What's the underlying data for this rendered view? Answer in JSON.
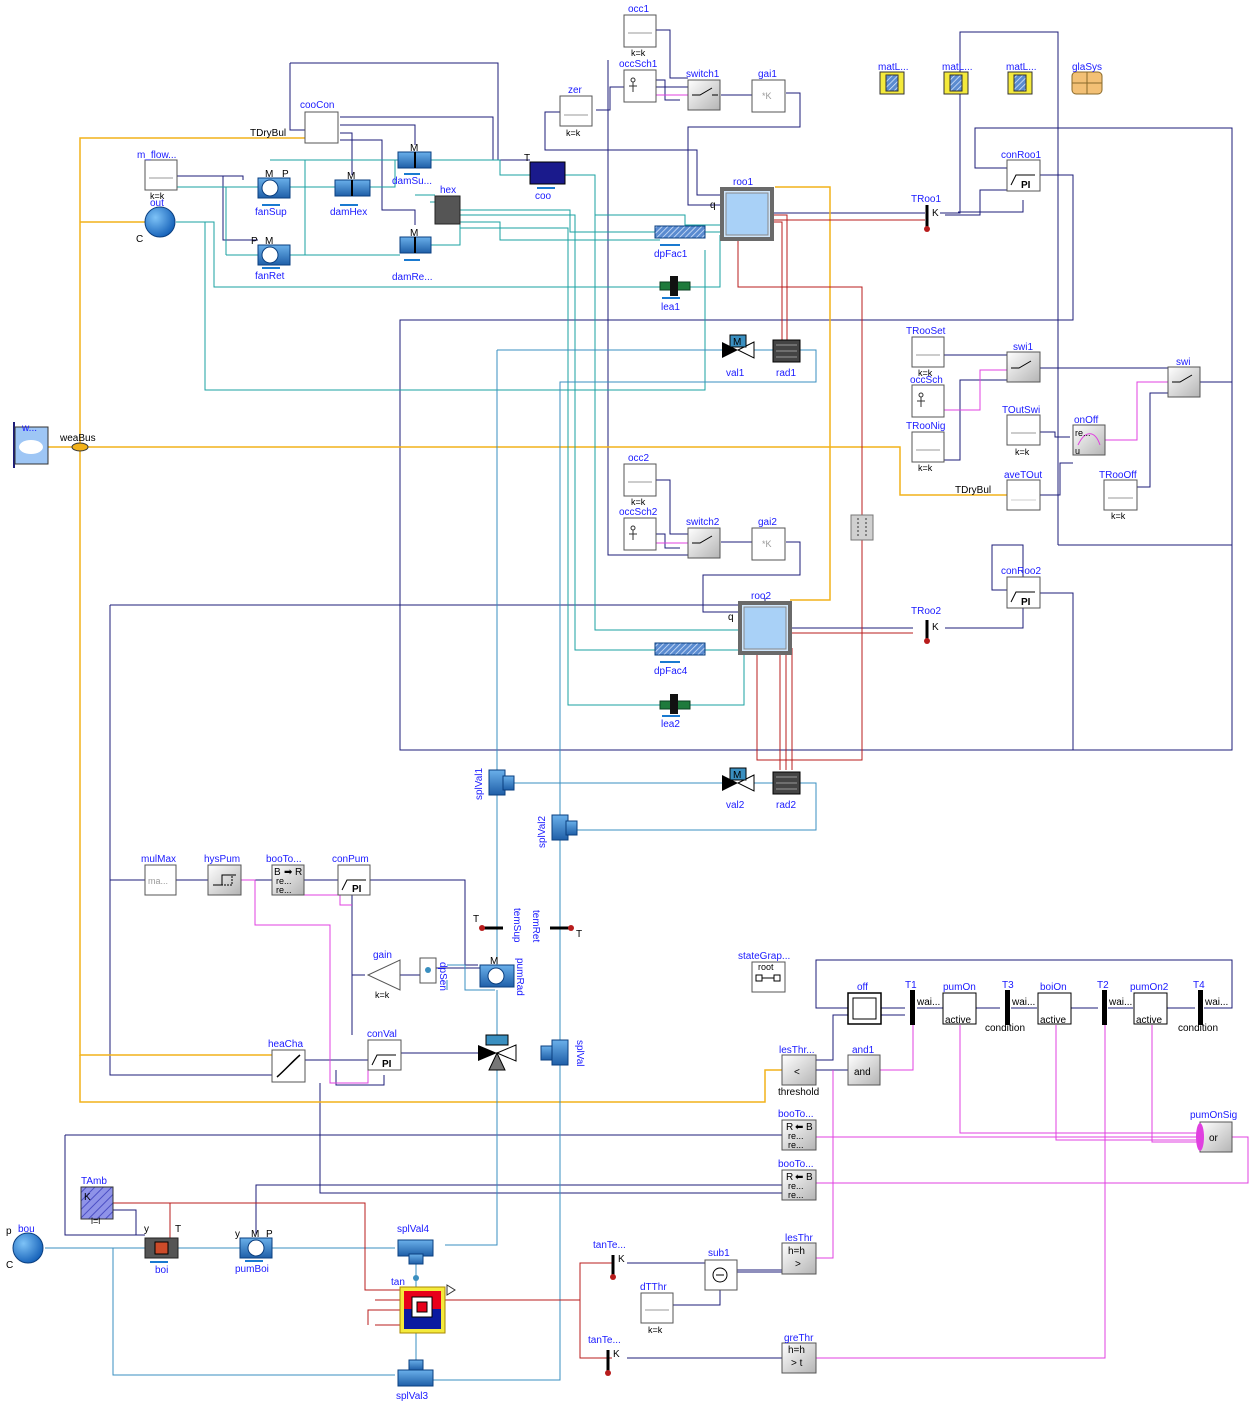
{
  "labels": {
    "occ1": "occ1",
    "occSch1": "occSch1",
    "switch1": "switch1",
    "gai1": "gai1",
    "gain_k1": "*K",
    "zer": "zer",
    "kk": "k=k",
    "matL1": "matL...",
    "matL2": "matL...",
    "matL3": "matL...",
    "glaSys": "glaSys",
    "cooCon": "cooCon",
    "TDryBul": "TDryBul",
    "m_flow": "m_flow...",
    "out": "out",
    "fanSup": "fanSup",
    "damHex": "damHex",
    "damSu": "damSu...",
    "hex": "hex",
    "coo": "coo",
    "roo1": "roo1",
    "TRoo1": "TRoo1",
    "conRoo1": "conRoo1",
    "PI": "PI",
    "fanRet": "fanRet",
    "damRe": "damRe...",
    "dpFac1": "dpFac1",
    "lea1": "lea1",
    "val1": "val1",
    "rad1": "rad1",
    "TRooSet": "TRooSet",
    "swi1": "swi1",
    "swi": "swi",
    "occSch": "occSch",
    "TRooNig": "TRooNig",
    "TOutSwi": "TOutSwi",
    "onOff": "onOff",
    "aveTOut": "aveTOut",
    "TRooOff": "TRooOff",
    "w": "w...",
    "weaBus": "weaBus",
    "occ2": "occ2",
    "occSch2": "occSch2",
    "switch2": "switch2",
    "gai2": "gai2",
    "roo2": "roo2",
    "TRoo2": "TRoo2",
    "conRoo2": "conRoo2",
    "dpFac4": "dpFac4",
    "lea2": "lea2",
    "splVal1": "splVal1",
    "val2": "val2",
    "rad2": "rad2",
    "splVal2": "splVal2",
    "mulMax": "mulMax",
    "ma": "ma...",
    "hysPum": "hysPum",
    "booTo1": "booTo...",
    "re": "re...",
    "conPum": "conPum",
    "temSup": "temSup",
    "temRet": "temRet",
    "gain": "gain",
    "dpSen": "dpSen",
    "pumRad": "pumRad",
    "stateGraph": "stateGrap...",
    "root": "root",
    "off": "off",
    "T1": "T1",
    "wai": "wai...",
    "pumOn": "pumOn",
    "active": "active",
    "T3": "T3",
    "condition": "condition",
    "boiOn": "boiOn",
    "T2": "T2",
    "pumOn2": "pumOn2",
    "T4": "T4",
    "heaCha": "heaCha",
    "conVal": "conVal",
    "splVal": "splVal",
    "lesThr": "lesThr...",
    "threshold": "threshold",
    "and1": "and1",
    "and": "and",
    "booTo2": "booTo...",
    "booTo3": "booTo...",
    "pumOnSig": "pumOnSig",
    "or": "or",
    "TAmb": "TAmb",
    "K": "K",
    "ll": "l=l",
    "bou": "bou",
    "boi": "boi",
    "y": "y",
    "Tch": "T",
    "pumBoi": "pumBoi",
    "splVal4": "splVal4",
    "tan": "tan",
    "tanTe1": "tanTe...",
    "sub1": "sub1",
    "lesThr2": "lesThr",
    "hh": "h=h",
    "dTThr": "dTThr",
    "tanTe2": "tanTe...",
    "greThr": "greThr",
    "splVal3": "splVal3",
    "lt": "<",
    "gt": ">",
    "gtt": "> t",
    "P": "P",
    "C": "C",
    "p": "p",
    "Kp": "K",
    "ree": "re...",
    "u": "u",
    "q": "q",
    "R": "R",
    "B": "B"
  },
  "colors": {
    "ctrl": "#1c1c7a",
    "water": "#3a8fc0",
    "air": "#1aa2a2",
    "weather": "#f2b21a",
    "bool": "#e040e0",
    "heat": "#b81c1c",
    "label": "#1a1aff"
  }
}
